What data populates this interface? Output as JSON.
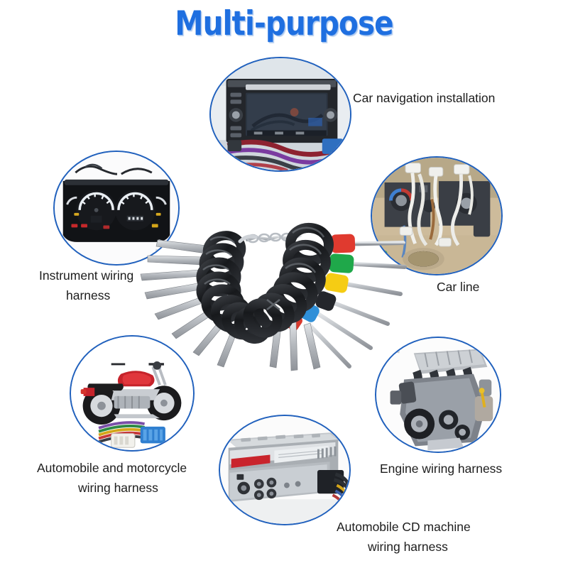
{
  "title": "Multi-purpose",
  "theme": {
    "title_color": "#1f6fe0",
    "ring_color": "#2161bd",
    "caption_color": "#1d1d1d",
    "background": "#ffffff"
  },
  "product": {
    "name": "car-terminal-removal-tool-set",
    "description": "Fan of ring-handled automotive terminal release tools joined by a chain",
    "handle_color": "#1d1d20",
    "blade_color": "#b9bcc0",
    "chain_color": "#c9ccd1",
    "tip_colors": [
      "#e03a2f",
      "#1fa84a",
      "#f5cc14",
      "#2f8fd8",
      "#d8392c",
      "#24262b"
    ]
  },
  "bubbles": [
    {
      "id": "car-navigation",
      "photo": "car-navigation-head-unit",
      "caption": "Car navigation installation",
      "caption_line2": ""
    },
    {
      "id": "instrument-cluster",
      "photo": "instrument-cluster-gauges",
      "caption": "Instrument wiring",
      "caption_line2": "harness"
    },
    {
      "id": "car-line",
      "photo": "dashboard-hvac-wiring",
      "caption": "Car line",
      "caption_line2": ""
    },
    {
      "id": "motorcycle",
      "photo": "red-motorcycle-with-harness-plugs",
      "caption": "Automobile and motorcycle",
      "caption_line2": "wiring harness"
    },
    {
      "id": "engine",
      "photo": "car-engine-block",
      "caption": "Engine wiring harness",
      "caption_line2": ""
    },
    {
      "id": "cd-machine",
      "photo": "car-cd-stereo-unit-rear",
      "caption": "Automobile CD machine",
      "caption_line2": "wiring harness"
    }
  ]
}
